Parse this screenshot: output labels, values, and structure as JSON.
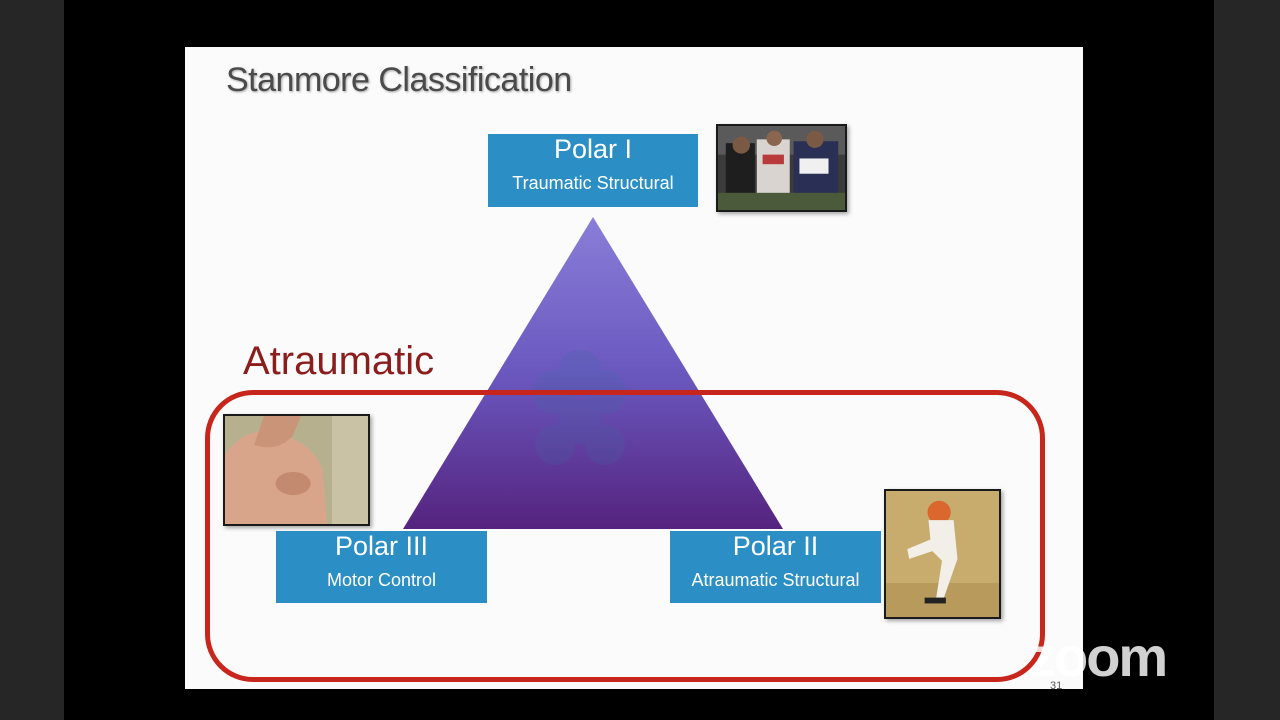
{
  "slide": {
    "title": "Stanmore Classification",
    "group_label": "Atraumatic",
    "polar_i": {
      "title": "Polar I",
      "subtitle": "Traumatic Structural"
    },
    "polar_ii": {
      "title": "Polar II",
      "subtitle": "Atraumatic Structural"
    },
    "polar_iii": {
      "title": "Polar III",
      "subtitle": "Motor Control"
    },
    "colors": {
      "box": "#2b8fc5",
      "highlight": "#c8261c",
      "label": "#8b1d1d"
    },
    "page_number": "31"
  },
  "overlay": {
    "watermark": "zoom"
  }
}
